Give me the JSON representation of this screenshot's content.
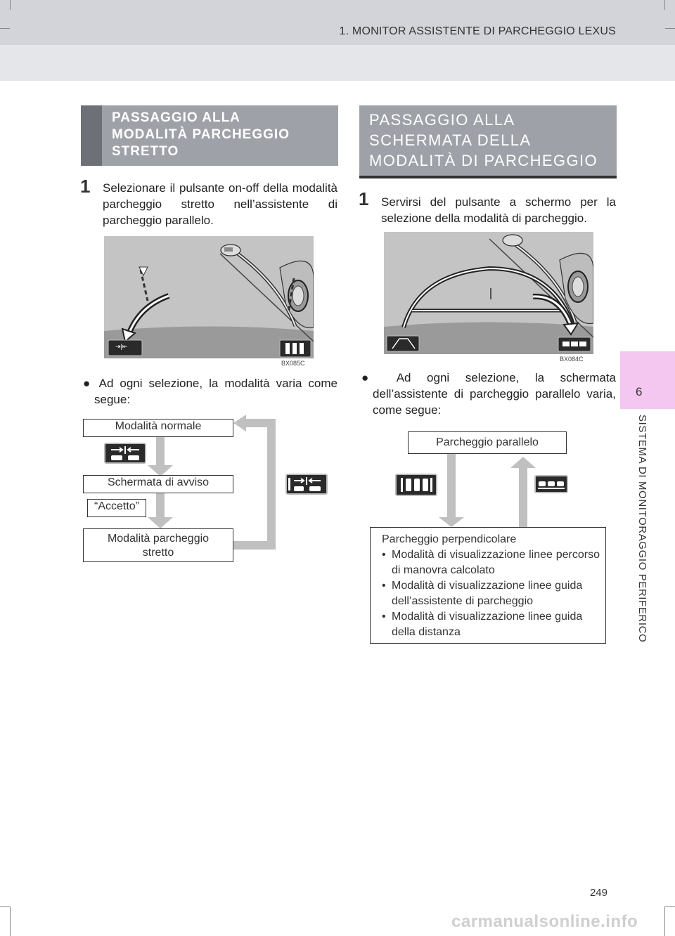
{
  "header": {
    "title": "1. MONITOR ASSISTENTE DI PARCHEGGIO LEXUS"
  },
  "side_tab": {
    "number": "6",
    "label": "SISTEMA DI MONITORAGGIO PERIFERICO"
  },
  "left": {
    "heading": [
      "PASSAGGIO ALLA",
      "MODALITÀ PARCHEGGIO",
      "STRETTO"
    ],
    "step_number": "1",
    "step_text": "Selezionare il pulsante on-off della modalità parcheggio stretto nell’assistente di parcheggio parallelo.",
    "image_code": "BX085C",
    "bullet_text": "Ad ogni selezione, la modalità varia come segue:",
    "flow": {
      "normal": "Modalità normale",
      "warning": "Schermata di avviso",
      "accept": "“Accetto”",
      "narrow_line1": "Modalità parcheggio",
      "narrow_line2": "stretto"
    }
  },
  "right": {
    "heading": [
      "PASSAGGIO ALLA",
      "SCHERMATA DELLA",
      "MODALITÀ DI PARCHEGGIO"
    ],
    "step_number": "1",
    "step_text": "Servirsi del pulsante a schermo per la selezione della modalità di parcheggio.",
    "image_code": "BX084C",
    "bullet_text": "Ad ogni selezione, la schermata dell’assistente di parcheggio parallelo varia, come segue:",
    "flow": {
      "parallel": "Parcheggio parallelo",
      "perpendicular_title": "Parcheggio perpendicolare",
      "items": [
        "Modalità di visualizzazione linee percorso di manovra calcolato",
        "Modalità di visualizzazione linee guida dell’assistente di parcheggio",
        "Modalità di visualizzazione linee guida della distanza"
      ]
    }
  },
  "page_number": "249",
  "watermark": "carmanualsonline.info"
}
